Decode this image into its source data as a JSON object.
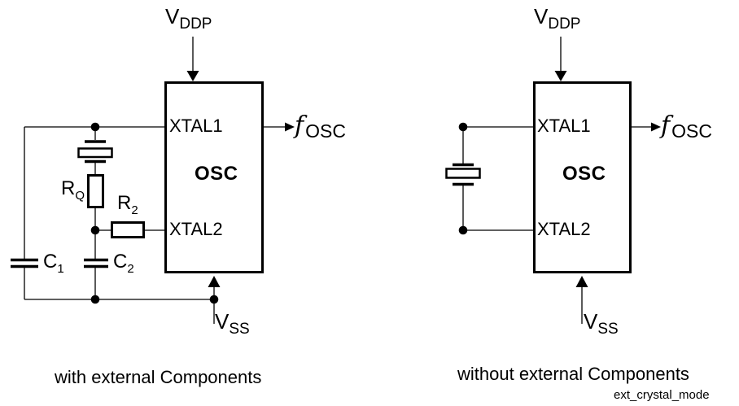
{
  "colors": {
    "ink": "#000000",
    "background": "#ffffff"
  },
  "left": {
    "caption": "with external Components",
    "vddp": {
      "base": "V",
      "sub": "DDP"
    },
    "vss": {
      "base": "V",
      "sub": "SS"
    },
    "fosc": {
      "base": "f",
      "sub": "OSC"
    },
    "osc_label": "OSC",
    "xtal1": "XTAL1",
    "xtal2": "XTAL2",
    "rq": {
      "base": "R",
      "sub": "Q"
    },
    "r2": {
      "base": "R",
      "sub": "2"
    },
    "c1": {
      "base": "C",
      "sub": "1"
    },
    "c2": {
      "base": "C",
      "sub": "2"
    }
  },
  "right": {
    "caption": "without external Components",
    "vddp": {
      "base": "V",
      "sub": "DDP"
    },
    "vss": {
      "base": "V",
      "sub": "SS"
    },
    "fosc": {
      "base": "f",
      "sub": "OSC"
    },
    "osc_label": "OSC",
    "xtal1": "XTAL1",
    "xtal2": "XTAL2"
  },
  "footnote": "ext_crystal_mode"
}
